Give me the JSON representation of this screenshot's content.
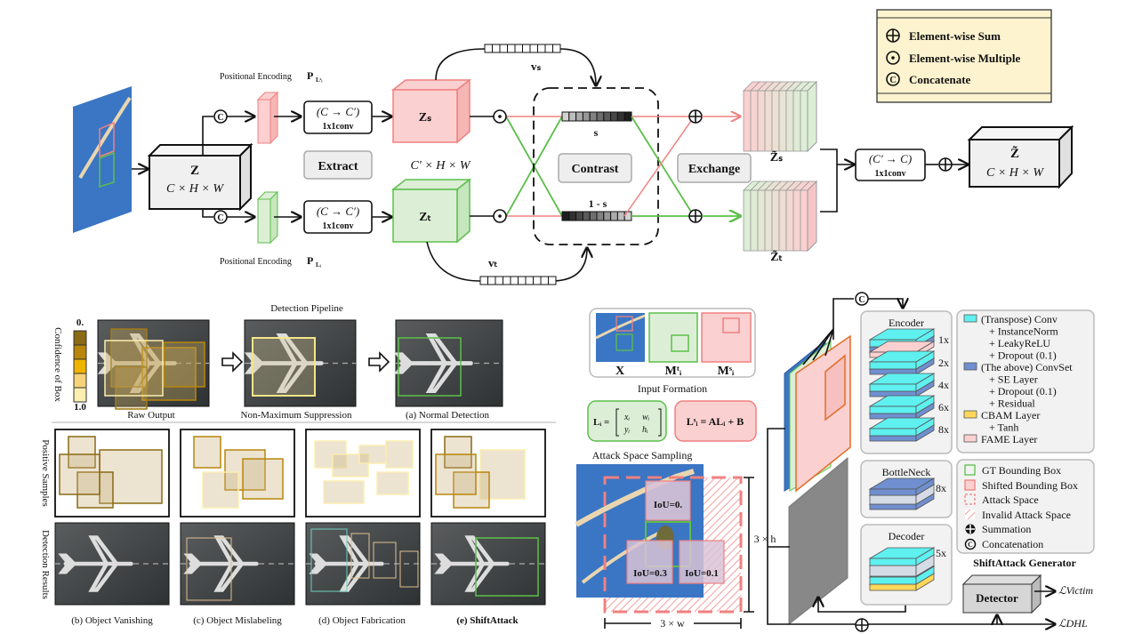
{
  "top": {
    "z_label": "Z",
    "z_dims": "C × H × W",
    "pe_top": "Positional Encoding",
    "pe_top_sym": "P",
    "pe_top_sub": "Lˢᵢ",
    "pe_bottom": "Positional Encoding",
    "pe_bottom_sym": "P",
    "pe_bottom_sub": "Lᵢ",
    "conv_top_1": "(C → C′)",
    "conv_top_2": "1x1conv",
    "conv_bottom_1": "(C → C′)",
    "conv_bottom_2": "1x1conv",
    "extract": "Extract",
    "zs": "Zₛ",
    "zt": "Zₜ",
    "mid_dims": "C′ × H × W",
    "vs": "vₛ",
    "vt": "vₜ",
    "s": "s",
    "one_minus_s": "1 - s",
    "contrast": "Contrast",
    "exchange": "Exchange",
    "zs_tilde": "Z̃ₛ",
    "zt_tilde": "Z̃ₜ",
    "conv_out_1": "(C′ → C)",
    "conv_out_2": "1x1conv",
    "z_out": "Z̃",
    "z_out_dims": "C × H × W",
    "concat_sym": "C",
    "legend": [
      {
        "icon": "circle-plus-icon",
        "label": "Element-wise Sum"
      },
      {
        "icon": "circle-dot-icon",
        "label": "Element-wise Multiple"
      },
      {
        "icon": "circle-c-icon",
        "label": "Concatenate"
      }
    ],
    "legend_color": "#fdf3cf"
  },
  "pipeline": {
    "title": "Detection Pipeline",
    "colorbar_top": "0.",
    "colorbar_bottom": "1.0",
    "colorbar_label": "Confidence of Box",
    "colorbar_colors": [
      "#8a6a14",
      "#b8860b",
      "#f0b400",
      "#f6d27a",
      "#fbeeb0"
    ],
    "captions": [
      "Raw Output",
      "Non-Maximum Suppression",
      "(a) Normal Detection"
    ],
    "row_labels": [
      "Positive Samples",
      "Detection Results"
    ],
    "result_captions": [
      "(b) Object Vanishing",
      "(c) Object Mislabeling",
      "(d) Object Fabrication",
      "(e) ShiftAttack"
    ]
  },
  "input": {
    "x": "X",
    "mt": "Mᵗᵢ",
    "ms": "Mˢᵢ",
    "title": "Input Formation",
    "eq_left_lhs": "Lᵢ =",
    "eq_left_m": [
      "xᵢ",
      "wᵢ",
      "yᵢ",
      "hᵢ"
    ],
    "eq_right": "Lˢᵢ = ALᵢ + B",
    "sampling_title": "Attack Space Sampling",
    "iou": [
      "IoU=0.",
      "IoU=0.3",
      "IoU=0.1"
    ],
    "h_label": "3 × h",
    "w_label": "3 × w"
  },
  "generator": {
    "encoder": "Encoder",
    "encoder_reps": [
      "1x",
      "2x",
      "4x",
      "6x",
      "8x"
    ],
    "bottleneck": "BottleNeck",
    "bottleneck_rep": "8x",
    "decoder": "Decoder",
    "decoder_rep": "5x",
    "layer_legend": [
      "(Transpose) Conv",
      "+ InstanceNorm",
      "+ LeakyReLU",
      "+ Dropout (0.1)",
      "(The above) ConvSet",
      "+ SE Layer",
      "+ Dropout (0.1)",
      "+ Residual",
      "CBAM Layer",
      "+ Tanh",
      "FAME Layer"
    ],
    "box_legend": [
      "GT Bounding Box",
      "Shifted Bounding Box",
      "Attack Space",
      "Invalid Attack Space",
      "Summation",
      "Concatenation"
    ],
    "title": "ShiftAttack Generator",
    "detector": "Detector",
    "loss_victim": "ℒVictim",
    "loss_dhl": "ℒDHL"
  },
  "colors": {
    "red": "#f08080",
    "red_fill": "#fbd0d0",
    "green": "#5cbf4a",
    "green_fill": "#dcefd6",
    "cyan": "#5ff0f0",
    "blue": "#6f8fd0",
    "yellow": "#ffd75a",
    "sky": "#3a76c4"
  }
}
